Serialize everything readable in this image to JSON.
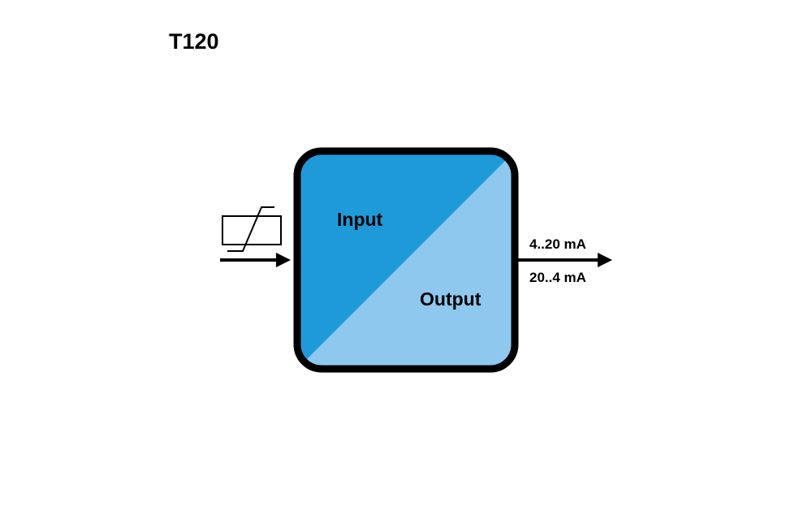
{
  "title": "T120",
  "block": {
    "input_label": "Input",
    "output_label": "Output"
  },
  "output_signals": [
    "4..20 mA",
    "20..4 mA"
  ],
  "colors": {
    "input_region": "#1f9ad9",
    "output_region": "#8ec8ee",
    "outline": "#000000",
    "background": "#ffffff"
  },
  "icons": {
    "sensor": "thermistor-icon",
    "input_arrow": "arrow-right-icon",
    "output_arrow": "arrow-right-icon"
  }
}
